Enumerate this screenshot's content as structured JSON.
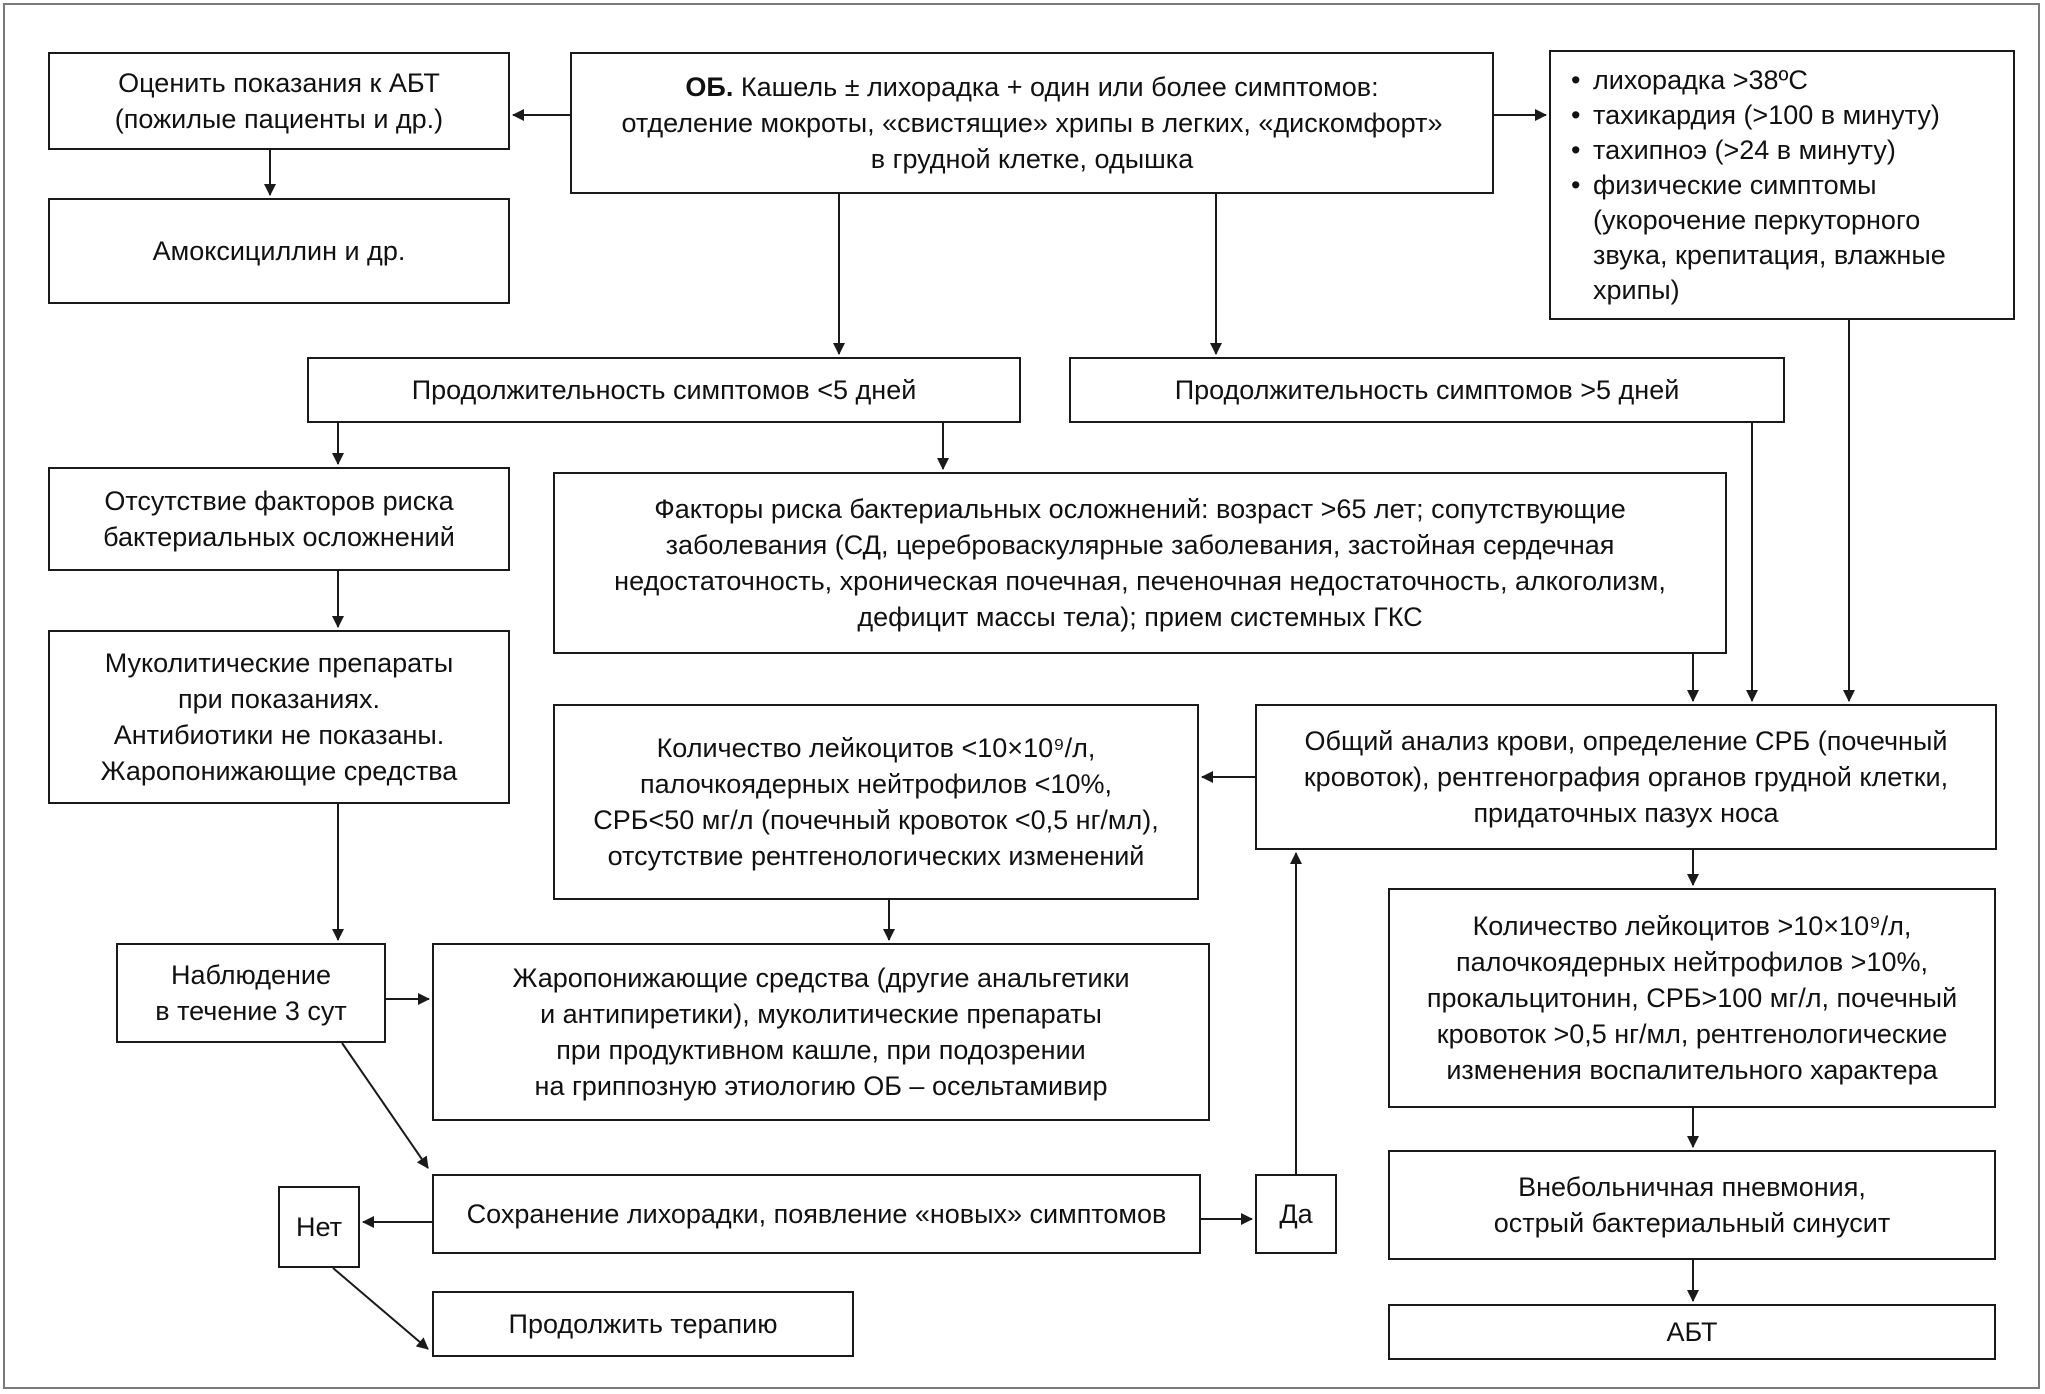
{
  "nodes": {
    "ob": {
      "lead": "ОБ.",
      "lines": [
        "Кашель ± лихорадка + один или более симптомов:",
        "отделение мокроты, «свистящие» хрипы в легких, «дискомфорт»",
        "в грудной клетке, одышка"
      ]
    },
    "assess_abt": {
      "lines": [
        "Оценить показания к АБТ",
        "(пожилые пациенты и др.)"
      ]
    },
    "amoxicillin": {
      "lines": [
        "Амоксициллин и др."
      ]
    },
    "symptoms_list": {
      "items": [
        {
          "lines": [
            "лихорадка >38ºС"
          ]
        },
        {
          "lines": [
            "тахикардия (>100 в минуту)"
          ]
        },
        {
          "lines": [
            "тахипноэ (>24 в минуту)"
          ]
        },
        {
          "lines": [
            "физические симптомы",
            "(укорочение перкуторного",
            "звука, крепитация, влажные",
            "хрипы)"
          ]
        }
      ]
    },
    "duration_lt5": {
      "lines": [
        "Продолжительность симптомов <5 дней"
      ]
    },
    "duration_gt5": {
      "lines": [
        "Продолжительность симптомов >5 дней"
      ]
    },
    "no_risk": {
      "lines": [
        "Отсутствие факторов риска",
        "бактериальных осложнений"
      ]
    },
    "risk_factors": {
      "lines": [
        "Факторы риска бактериальных осложнений: возраст >65 лет; сопутствующие",
        "заболевания (СД, цереброваскулярные заболевания, застойная сердечная",
        "недостаточность, хроническая почечная, печеночная недостаточность, алкоголизм,",
        "дефицит массы тела); прием системных ГКС"
      ]
    },
    "mucolytics": {
      "lines": [
        "Муколитические препараты",
        "при показаниях.",
        "Антибиотики не показаны.",
        "Жаропонижающие средства"
      ]
    },
    "blood_test": {
      "lines": [
        "Общий анализ крови, определение СРБ (почечный",
        "кровоток), рентгенография органов грудной клетки,",
        "придаточных пазух носа"
      ]
    },
    "low_markers": {
      "lines": [
        "Количество лейкоцитов <10×10⁹/л,",
        "палочкоядерных нейтрофилов <10%,",
        "СРБ<50 мг/л (почечный кровоток <0,5 нг/мл),",
        "отсутствие рентгенологических изменений"
      ]
    },
    "high_markers": {
      "lines": [
        "Количество лейкоцитов >10×10⁹/л,",
        "палочкоядерных нейтрофилов >10%,",
        "прокальцитонин, СРБ>100 мг/л, почечный",
        "кровоток >0,5 нг/мл, рентгенологические",
        "изменения воспалительного характера"
      ]
    },
    "observation": {
      "lines": [
        "Наблюдение",
        "в течение 3 сут"
      ]
    },
    "antipyretics": {
      "lines": [
        "Жаропонижающие средства (другие анальгетики",
        "и антипиретики), муколитические препараты",
        "при продуктивном кашле, при подозрении",
        "на гриппозную этиологию ОБ – осельтамивир"
      ]
    },
    "pneumonia": {
      "lines": [
        "Внебольничная пневмония,",
        "острый бактериальный синусит"
      ]
    },
    "persist": {
      "lines": [
        "Сохранение лихорадки, появление «новых» симптомов"
      ]
    },
    "no": {
      "lines": [
        "Нет"
      ]
    },
    "yes": {
      "lines": [
        "Да"
      ]
    },
    "continue": {
      "lines": [
        "Продолжить терапию"
      ]
    },
    "abt": {
      "lines": [
        "АБТ"
      ]
    }
  }
}
